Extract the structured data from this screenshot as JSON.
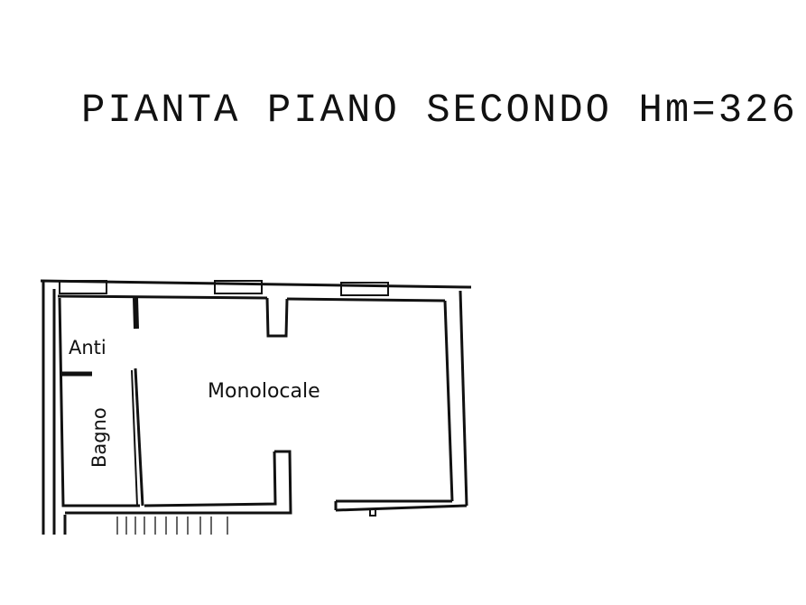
{
  "title": "PIANTA PIANO SECONDO Hm=326",
  "rooms": [
    {
      "name": "Anti"
    },
    {
      "name": "Bagno"
    },
    {
      "name": "Monolocale"
    }
  ]
}
